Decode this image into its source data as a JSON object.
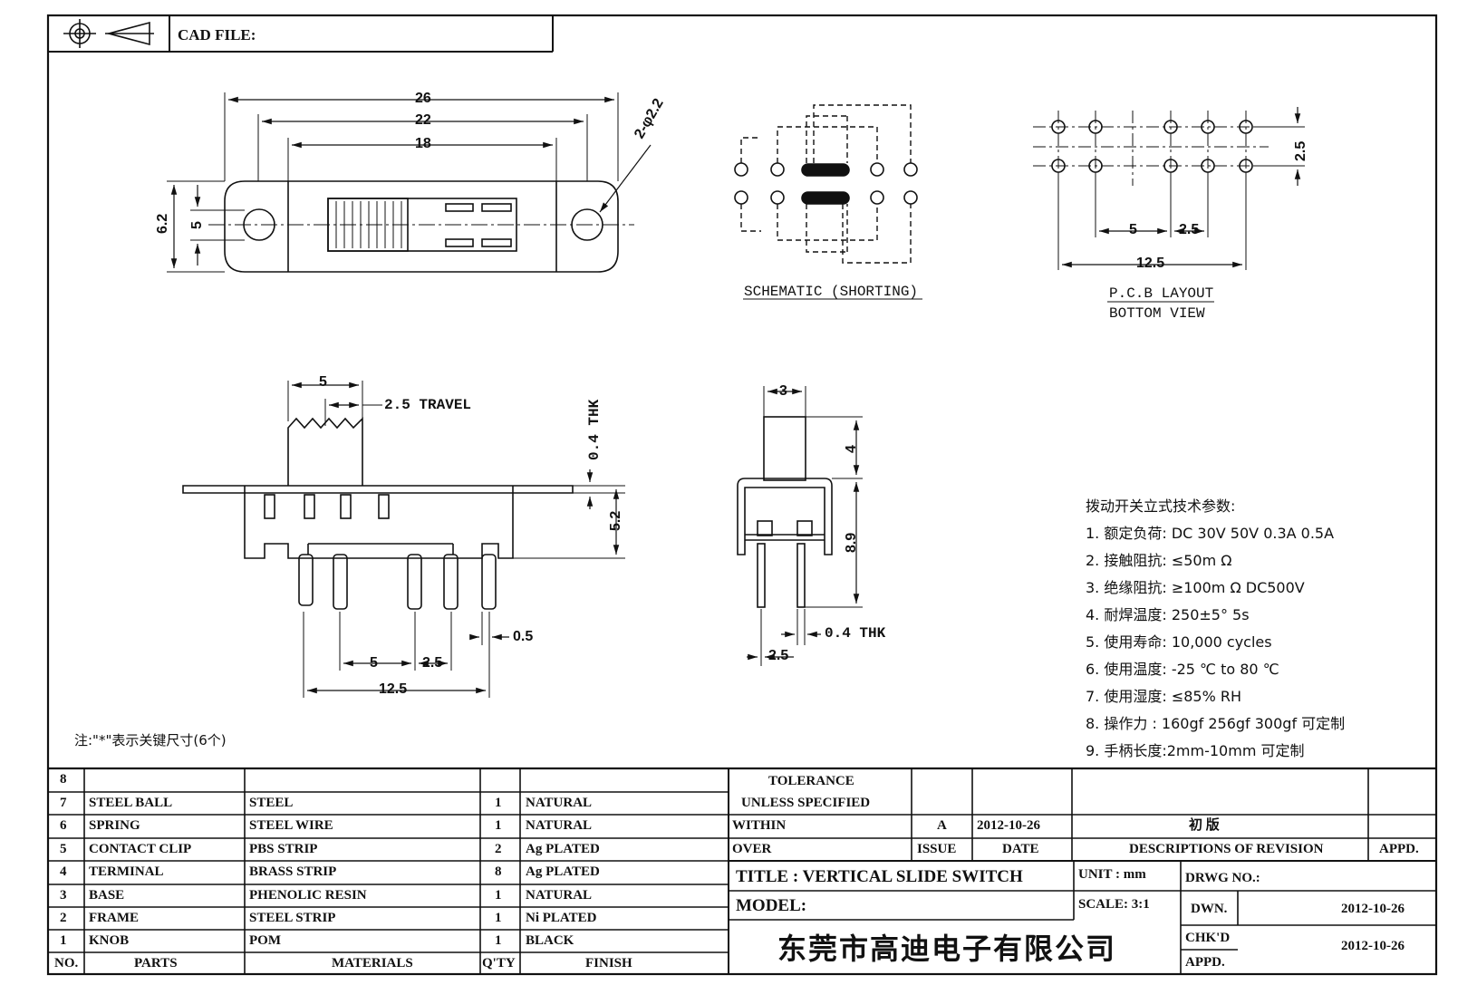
{
  "header": {
    "cad_file_label": "CAD FILE:"
  },
  "top_view": {
    "dim_26": "26",
    "dim_22": "22",
    "dim_18": "18",
    "dim_hole": "2-φ2.2",
    "dim_62": "6.2",
    "dim_5": "5"
  },
  "schematic": {
    "caption": "SCHEMATIC (SHORTING)"
  },
  "pcb": {
    "caption1": "P.C.B LAYOUT",
    "caption2": "BOTTOM VIEW",
    "dim_25v": "2.5",
    "dim_5": "5",
    "dim_25": "2.5",
    "dim_125": "12.5"
  },
  "side_view": {
    "dim_5": "5",
    "travel": "2.5 TRAVEL",
    "thk": "0.4 THK",
    "dim_52": "5.2",
    "dim_05": "0.5",
    "dim_pin5": "5",
    "dim_pin25": "2.5",
    "dim_125": "12.5"
  },
  "end_view": {
    "dim_3": "3",
    "dim_4": "4",
    "dim_89": "8.9",
    "thk": "0.4 THK",
    "dim_25": "2.5"
  },
  "note": "注:\"*\"表示关键尺寸(6个)",
  "specs": {
    "title": "拨动开关立式技术参数:",
    "items": [
      "1.  额定负荷: DC 30V    50V    0.3A    0.5A",
      "2.  接触阻抗:  ≤50m Ω",
      "3.  绝缘阻抗:  ≥100m Ω   DC500V",
      "4.  耐焊温度: 250±5°  5s",
      "5.  使用寿命: 10,000 cycles",
      "6.  使用温度: -25  ℃   to 80  ℃",
      "7.  使用湿度:  ≤85% RH",
      "8.  操作力 : 160gf    256gf    300gf   可定制",
      "9.  手柄长度:2mm-10mm   可定制"
    ]
  },
  "bom": {
    "rows": [
      {
        "no": "8",
        "part": "",
        "material": "",
        "qty": "",
        "finish": ""
      },
      {
        "no": "7",
        "part": "STEEL BALL",
        "material": "STEEL",
        "qty": "1",
        "finish": "NATURAL"
      },
      {
        "no": "6",
        "part": "SPRING",
        "material": "STEEL WIRE",
        "qty": "1",
        "finish": "NATURAL"
      },
      {
        "no": "5",
        "part": "CONTACT CLIP",
        "material": "PBS STRIP",
        "qty": "2",
        "finish": "Ag PLATED"
      },
      {
        "no": "4",
        "part": "TERMINAL",
        "material": "BRASS STRIP",
        "qty": "8",
        "finish": "Ag PLATED"
      },
      {
        "no": "3",
        "part": "BASE",
        "material": "PHENOLIC RESIN",
        "qty": "1",
        "finish": "NATURAL"
      },
      {
        "no": "2",
        "part": "FRAME",
        "material": "STEEL STRIP",
        "qty": "1",
        "finish": "Ni PLATED"
      },
      {
        "no": "1",
        "part": "KNOB",
        "material": "POM",
        "qty": "1",
        "finish": "BLACK"
      }
    ],
    "headers": {
      "no": "NO.",
      "parts": "PARTS",
      "materials": "MATERIALS",
      "qty": "Q'TY",
      "finish": "FINISH"
    }
  },
  "title_block": {
    "tolerance": "TOLERANCE",
    "unless": "UNLESS  SPECIFIED",
    "within": "WITHIN",
    "over": "OVER",
    "rev_letter": "A",
    "rev_date": "2012-10-26",
    "rev_desc": "初  版",
    "issue": "ISSUE",
    "date": "DATE",
    "desc_rev": "DESCRIPTIONS OF REVISION",
    "appd": "APPD.",
    "title": "TITLE :  VERTICAL SLIDE SWITCH",
    "unit": "UNIT :  mm",
    "drwg": "DRWG NO.:",
    "model": "MODEL:",
    "scale": "SCALE:  3:1",
    "dwn": "DWN.",
    "dwn_date": "2012-10-26",
    "chkd": "CHK'D",
    "chkd_date": "2012-10-26",
    "appd2": "APPD.",
    "company": "东莞市高迪电子有限公司"
  }
}
